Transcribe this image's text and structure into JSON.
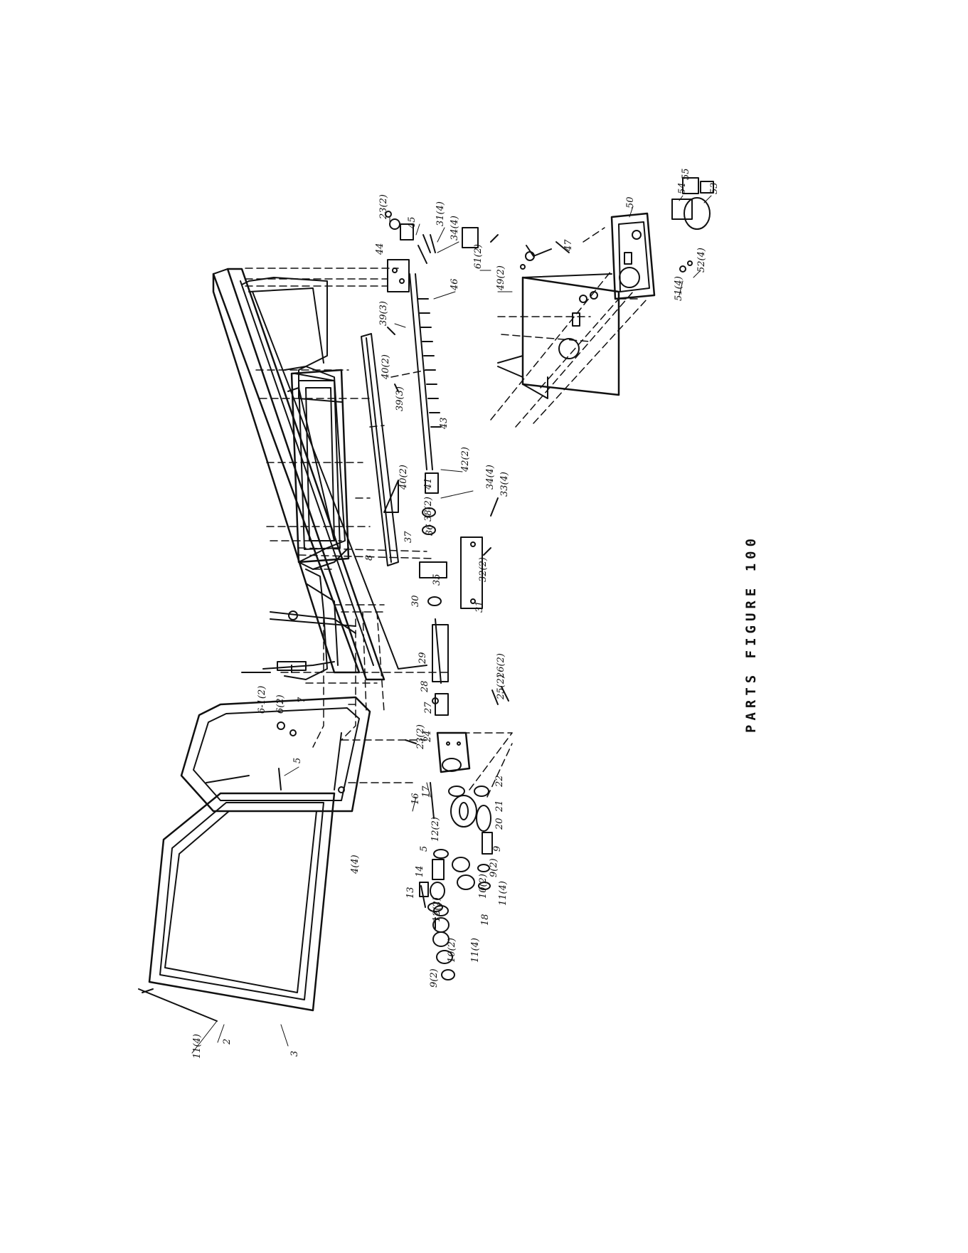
{
  "page": {
    "caption": "PARTS FIGURE 100"
  },
  "labels": {
    "l_2": "2",
    "l_3": "3",
    "l_4": "4(4)",
    "l_5a": "5",
    "l_5b": "5",
    "l_6": "6(2)",
    "l_6_1": "6-1(2)",
    "l_7": "7",
    "l_8": "8",
    "l_9a": "9(2)",
    "l_9b": "9(2)",
    "l_9c": "9",
    "l_10a": "10(2)",
    "l_10b": "10(2)",
    "l_11a": "11(4)",
    "l_11b": "11(4)",
    "l_11c": "11(4)",
    "l_12a": "12(2)",
    "l_12b": "12(2)",
    "l_13": "13",
    "l_14": "14",
    "l_16": "16",
    "l_17": "17",
    "l_18": "18",
    "l_20": "20",
    "l_21": "21",
    "l_22": "22",
    "l_23a": "23(2)",
    "l_23b": "23(2)",
    "l_24": "24",
    "l_25": "25(2)",
    "l_26": "26(2)",
    "l_27": "27",
    "l_28": "28",
    "l_29": "29",
    "l_30": "30",
    "l_31": "31",
    "l_31b": "31(4)",
    "l_32": "32(2)",
    "l_33": "33(4)",
    "l_34a": "34(4)",
    "l_34b": "34(4)",
    "l_35": "35",
    "l_36": "36",
    "l_37": "37",
    "l_38": "38(2)",
    "l_39a": "39(3)",
    "l_39b": "39(3)",
    "l_40a": "40(2)",
    "l_40b": "40(2)",
    "l_41": "41",
    "l_42": "42(2)",
    "l_43": "43",
    "l_44": "44",
    "l_45": "45",
    "l_46": "46",
    "l_47": "47",
    "l_49": "49(2)",
    "l_50": "50",
    "l_51": "51(4)",
    "l_52": "52(4)",
    "l_53": "53",
    "l_54": "54",
    "l_55": "55",
    "l_61": "61(2)"
  }
}
